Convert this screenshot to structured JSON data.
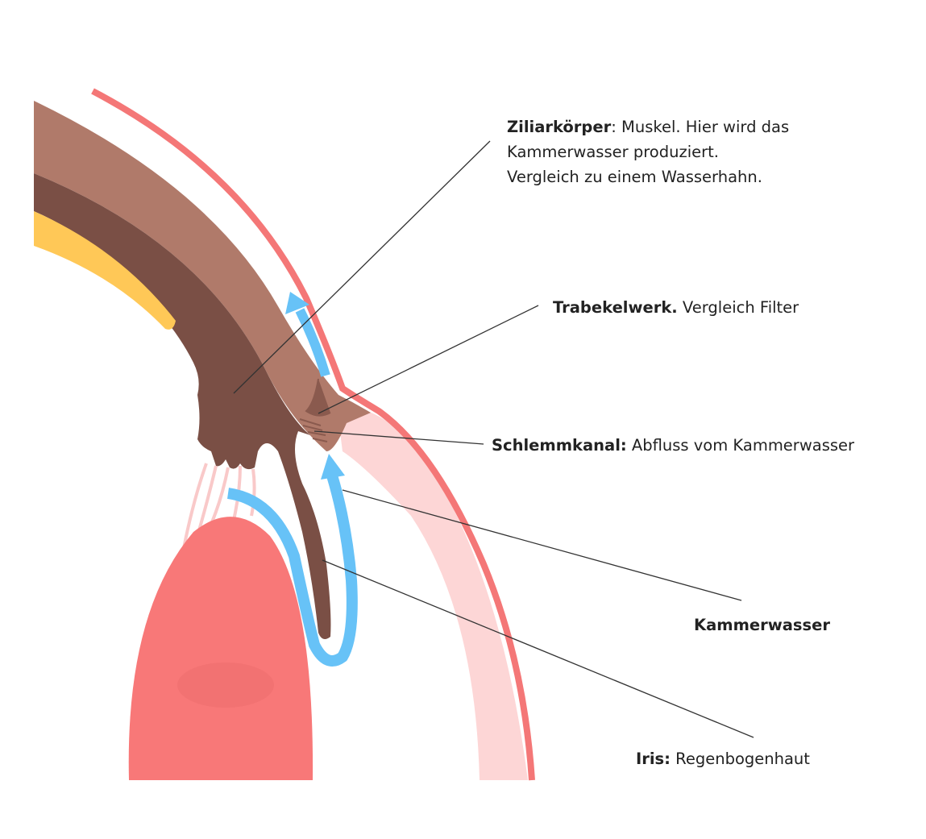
{
  "colors": {
    "sclera": "#B07A6A",
    "ciliary": "#7A4F45",
    "yellow": "#FFC857",
    "outer_line": "#F47777",
    "cornea": "#FDD6D6",
    "lens": "#F87878",
    "aqueous_flow": "#67C2F7",
    "leader": "#333333"
  },
  "labels": {
    "ziliar": {
      "term": "Ziliarkörper",
      "sep": ":",
      "line1": " Muskel. Hier wird das",
      "line2": "Kammerwasser produziert.",
      "line3": "Vergleich zu einem Wasserhahn."
    },
    "trabekel": {
      "term": "Trabekelwerk.",
      "text": " Vergleich Filter"
    },
    "schlemm": {
      "term": "Schlemmkanal:",
      "text": " Abfluss vom Kammerwasser"
    },
    "kammer": {
      "term": "Kammerwasser"
    },
    "iris": {
      "term": "Iris:",
      "text": " Regenbogenhaut"
    }
  }
}
